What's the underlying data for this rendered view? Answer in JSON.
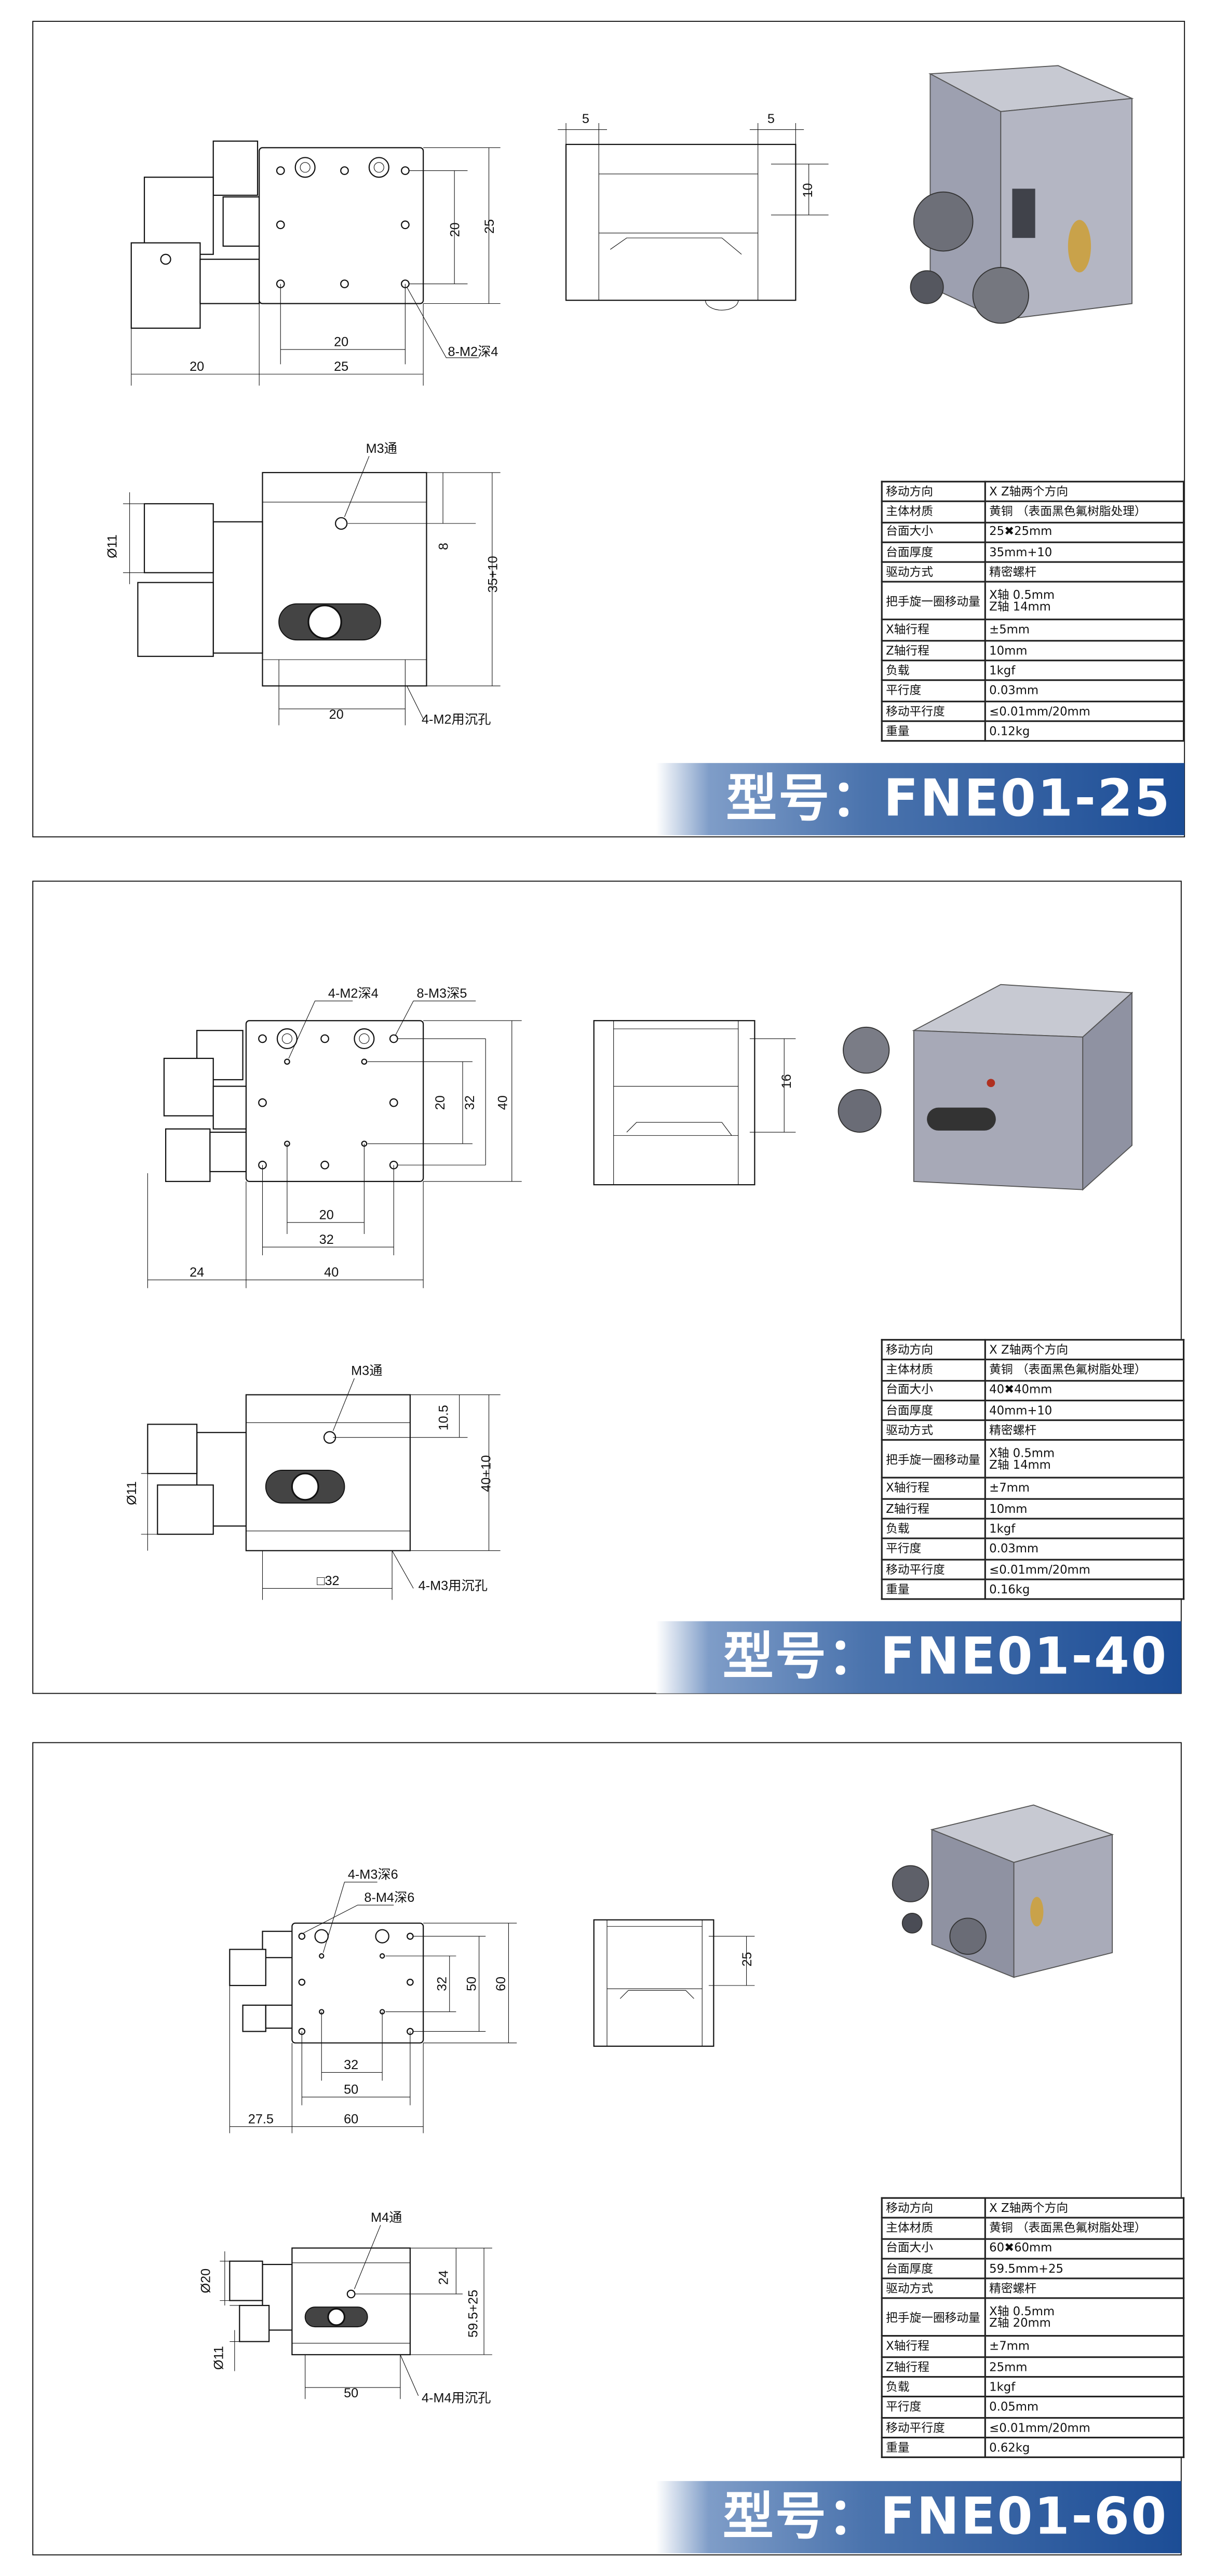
{
  "panels": [
    {
      "model_prefix": "型号：",
      "model": "FNE01-25",
      "top_view": {
        "dim_vert_inner": "20",
        "dim_vert_outer": "25",
        "dim_horiz_inner": "20",
        "dim_horiz_body": "25",
        "dim_knob": "20",
        "hole_note": "8-M2深4"
      },
      "side_view": {
        "dim_left": "5",
        "dim_right": "5",
        "dim_vert": "10"
      },
      "front_view": {
        "hole_note": "M3通",
        "dim_hole": "8",
        "dim_height": "35+10",
        "dim_bottom": "20",
        "bottom_note": "4-M2用沉孔",
        "dim_knob_dia": "Ø11"
      },
      "specs": [
        [
          "移动方向",
          "X  Z轴两个方向"
        ],
        [
          "主体材质",
          "黄铜  （表面黑色氟树脂处理）"
        ],
        [
          "台面大小",
          "25✖25mm"
        ],
        [
          "台面厚度",
          "35mm+10"
        ],
        [
          "驱动方式",
          "精密螺杆"
        ],
        [
          "把手旋一圈移动量",
          "X轴  0.5mm\nZ轴  14mm"
        ],
        [
          "X轴行程",
          "±5mm"
        ],
        [
          "Z轴行程",
          "10mm"
        ],
        [
          "负载",
          "1kgf"
        ],
        [
          "平行度",
          "0.03mm"
        ],
        [
          "移动平行度",
          "≤0.01mm/20mm"
        ],
        [
          "重量",
          "0.12kg"
        ]
      ]
    },
    {
      "model_prefix": "型号：",
      "model": "FNE01-40",
      "top_view": {
        "hole_note_a": "4-M2深4",
        "hole_note_b": "8-M3深5",
        "dim_vert_a": "20",
        "dim_vert_b": "32",
        "dim_vert_c": "40",
        "dim_horiz_a": "20",
        "dim_horiz_b": "32",
        "dim_knob": "24",
        "dim_horiz_body": "40"
      },
      "side_view": {
        "dim_vert": "16"
      },
      "front_view": {
        "hole_note": "M3通",
        "dim_hole": "10.5",
        "dim_height": "40+10",
        "dim_bottom": "□32",
        "bottom_note": "4-M3用沉孔",
        "dim_knob_dia": "Ø11"
      },
      "specs": [
        [
          "移动方向",
          "X  Z轴两个方向"
        ],
        [
          "主体材质",
          "黄铜  （表面黑色氟树脂处理）"
        ],
        [
          "台面大小",
          "40✖40mm"
        ],
        [
          "台面厚度",
          "40mm+10"
        ],
        [
          "驱动方式",
          "精密螺杆"
        ],
        [
          "把手旋一圈移动量",
          "X轴  0.5mm\nZ轴  14mm"
        ],
        [
          "X轴行程",
          "±7mm"
        ],
        [
          "Z轴行程",
          "10mm"
        ],
        [
          "负载",
          "1kgf"
        ],
        [
          "平行度",
          "0.03mm"
        ],
        [
          "移动平行度",
          "≤0.01mm/20mm"
        ],
        [
          "重量",
          "0.16kg"
        ]
      ]
    },
    {
      "model_prefix": "型号：",
      "model": "FNE01-60",
      "top_view": {
        "hole_note_a": "4-M3深6",
        "hole_note_b": "8-M4深6",
        "dim_vert_a": "32",
        "dim_vert_b": "50",
        "dim_vert_c": "60",
        "dim_horiz_a": "32",
        "dim_horiz_b": "50",
        "dim_knob": "27.5",
        "dim_horiz_body": "60"
      },
      "side_view": {
        "dim_vert": "25"
      },
      "front_view": {
        "hole_note": "M4通",
        "dim_hole": "24",
        "dim_height": "59.5+25",
        "dim_bottom": "50",
        "bottom_note": "4-M4用沉孔",
        "dim_knob_dia": "Ø11",
        "dim_knob_dia2": "Ø20"
      },
      "specs": [
        [
          "移动方向",
          "X  Z轴两个方向"
        ],
        [
          "主体材质",
          "黄铜  （表面黑色氟树脂处理）"
        ],
        [
          "台面大小",
          "60✖60mm"
        ],
        [
          "台面厚度",
          "59.5mm+25"
        ],
        [
          "驱动方式",
          "精密螺杆"
        ],
        [
          "把手旋一圈移动量",
          "X轴  0.5mm\nZ轴  20mm"
        ],
        [
          "X轴行程",
          "±7mm"
        ],
        [
          "Z轴行程",
          "25mm"
        ],
        [
          "负载",
          "1kgf"
        ],
        [
          "平行度",
          "0.05mm"
        ],
        [
          "移动平行度",
          "≤0.01mm/20mm"
        ],
        [
          "重量",
          "0.62kg"
        ]
      ]
    }
  ]
}
